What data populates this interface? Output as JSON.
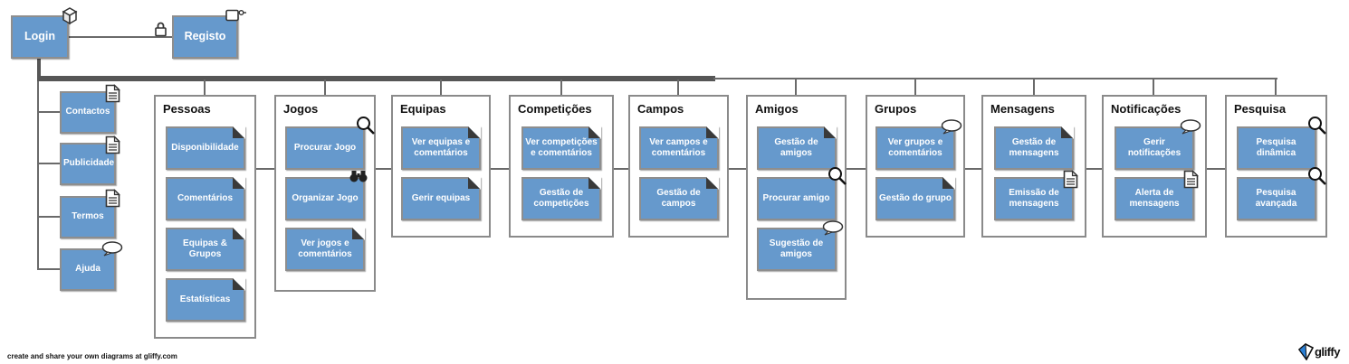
{
  "page": {
    "credit": "create and share your own diagrams at gliffy.com",
    "logo_text": "gliffy"
  },
  "colors": {
    "node_fill": "#6699cc",
    "node_border": "#8e8e8e",
    "connector": "#6a6a6a",
    "trunk": "#565656"
  },
  "top": {
    "login": {
      "label": "Login",
      "icon": "package-icon"
    },
    "registo": {
      "label": "Registo",
      "icon": "key-icon",
      "side_icon": "lock-icon"
    }
  },
  "left_items": [
    {
      "label": "Contactos",
      "icon": "document-icon"
    },
    {
      "label": "Publicidade",
      "icon": "document-icon"
    },
    {
      "label": "Termos",
      "icon": "document-icon"
    },
    {
      "label": "Ajuda",
      "icon": "speech-bubble-icon"
    }
  ],
  "groups": [
    {
      "title": "Pessoas",
      "items": [
        {
          "label": "Disponibilidade",
          "icon": "folded-corner-icon"
        },
        {
          "label": "Comentários",
          "icon": "folded-corner-icon"
        },
        {
          "label": "Equipas & Grupos",
          "icon": "folded-corner-icon"
        },
        {
          "label": "Estatísticas",
          "icon": "folded-corner-icon"
        }
      ]
    },
    {
      "title": "Jogos",
      "items": [
        {
          "label": "Procurar Jogo",
          "icon": "magnifier-icon"
        },
        {
          "label": "Organizar Jogo",
          "icon": "binoculars-icon"
        },
        {
          "label": "Ver jogos e comentários",
          "icon": "folded-corner-icon"
        }
      ]
    },
    {
      "title": "Equipas",
      "items": [
        {
          "label": "Ver equipas e comentários",
          "icon": "folded-corner-icon"
        },
        {
          "label": "Gerir equipas",
          "icon": "folded-corner-icon"
        }
      ]
    },
    {
      "title": "Competições",
      "items": [
        {
          "label": "Ver competições e comentários",
          "icon": "folded-corner-icon"
        },
        {
          "label": "Gestão de competições",
          "icon": "folded-corner-icon"
        }
      ]
    },
    {
      "title": "Campos",
      "items": [
        {
          "label": "Ver campos e comentários",
          "icon": "folded-corner-icon"
        },
        {
          "label": "Gestão de campos",
          "icon": "folded-corner-icon"
        }
      ]
    },
    {
      "title": "Amigos",
      "items": [
        {
          "label": "Gestão de amigos",
          "icon": "folded-corner-icon"
        },
        {
          "label": "Procurar amigo",
          "icon": "magnifier-icon"
        },
        {
          "label": "Sugestão de amigos",
          "icon": "speech-bubble-icon"
        }
      ]
    },
    {
      "title": "Grupos",
      "items": [
        {
          "label": "Ver grupos e comentários",
          "icon": "speech-bubble-icon"
        },
        {
          "label": "Gestão do grupo",
          "icon": "folded-corner-icon"
        }
      ]
    },
    {
      "title": "Mensagens",
      "items": [
        {
          "label": "Gestão de mensagens",
          "icon": "folded-corner-icon"
        },
        {
          "label": "Emissão de mensagens",
          "icon": "document-icon"
        }
      ]
    },
    {
      "title": "Notificações",
      "items": [
        {
          "label": "Gerir notificações",
          "icon": "speech-bubble-icon"
        },
        {
          "label": "Alerta de mensagens",
          "icon": "document-icon"
        }
      ]
    },
    {
      "title": "Pesquisa",
      "items": [
        {
          "label": "Pesquisa dinâmica",
          "icon": "magnifier-icon"
        },
        {
          "label": "Pesquisa avançada",
          "icon": "magnifier-icon"
        }
      ]
    }
  ]
}
